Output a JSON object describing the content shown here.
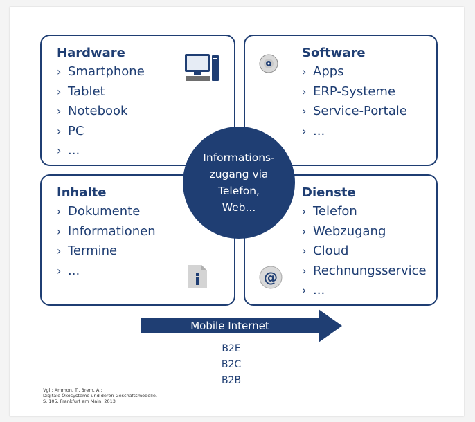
{
  "hardware": {
    "title": "Hardware",
    "items": [
      "Smartphone",
      "Tablet",
      "Notebook",
      "PC",
      "..."
    ],
    "icon": "computer-icon"
  },
  "software": {
    "title": "Software",
    "items": [
      "Apps",
      "ERP-Systeme",
      "Service-Portale",
      "..."
    ],
    "icon": "cd-icon"
  },
  "inhalte": {
    "title": "Inhalte",
    "items": [
      "Dokumente",
      "Informationen",
      "Termine",
      "..."
    ],
    "icon": "info-document-icon"
  },
  "dienste": {
    "title": "Dienste",
    "items": [
      "Telefon",
      "Webzugang",
      "Cloud",
      "Rechnungsservice",
      "..."
    ],
    "icon": "at-sign-icon"
  },
  "center": {
    "text": "Informations-\nzugang via\nTelefon,\nWeb..."
  },
  "arrow": {
    "label": "Mobile Internet"
  },
  "b2": [
    "B2E",
    "B2C",
    "B2B"
  ],
  "citation": {
    "line1": "Vgl.: Ammon, T., Brem, A.:",
    "line2": "Digitale Ökosysteme und deren Geschäftsmodelle,",
    "line3": "S. 105, Frankfurt am Main, 2013"
  },
  "colors": {
    "primary": "#1f3e73",
    "background": "#ffffff"
  }
}
